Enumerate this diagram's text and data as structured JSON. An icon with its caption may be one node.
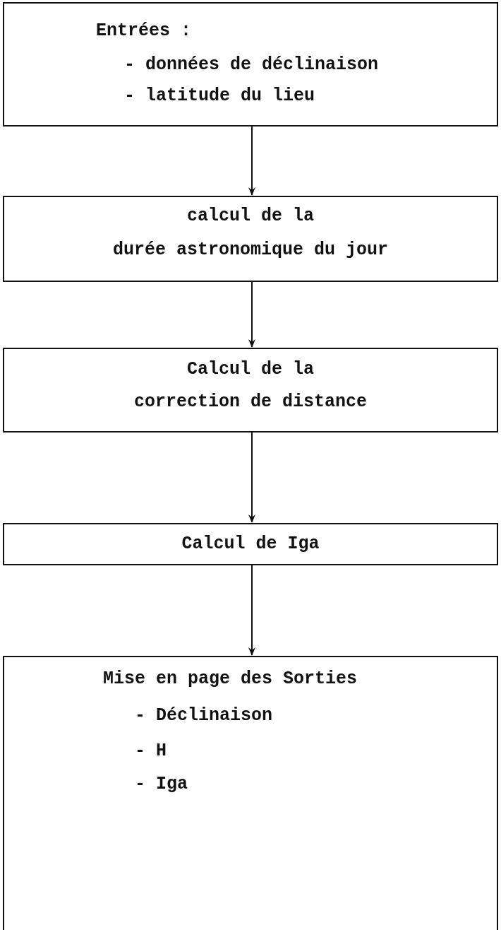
{
  "diagram": {
    "nodes": [
      {
        "text": [
          "Entrées :",
          "- données de déclinaison",
          "- latitude du lieu"
        ]
      },
      {
        "text": [
          "calcul de la",
          "durée astronomique du jour"
        ]
      },
      {
        "text": [
          "Calcul de la",
          "correction de distance"
        ]
      },
      {
        "text": [
          "Calcul de Iga"
        ]
      },
      {
        "text": [
          "Mise en page des Sorties",
          "- Déclinaison",
          "- H",
          "- Iga"
        ]
      }
    ],
    "edges": [
      {
        "from": 0,
        "to": 1,
        "arrow": "to"
      },
      {
        "from": 1,
        "to": 2,
        "arrow": "to"
      },
      {
        "from": 2,
        "to": 3,
        "arrow": "to"
      },
      {
        "from": 3,
        "to": 4,
        "arrow": "to"
      }
    ]
  }
}
